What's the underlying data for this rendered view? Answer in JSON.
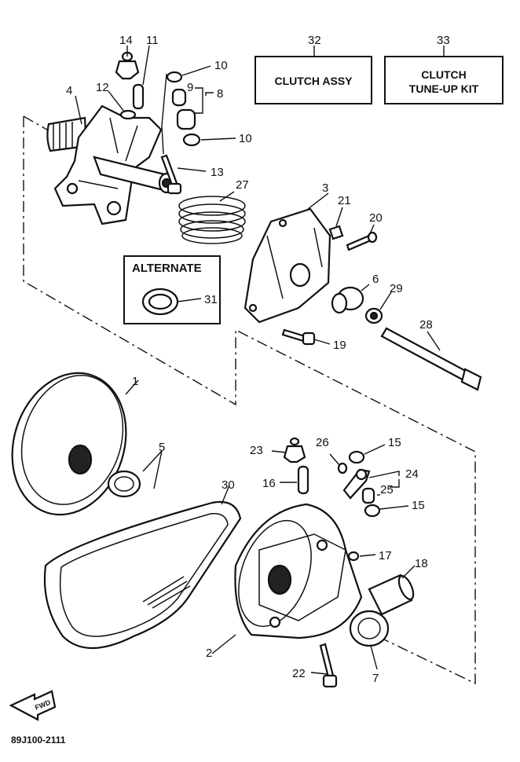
{
  "callouts": {
    "c1": "1",
    "c2": "2",
    "c3": "3",
    "c4": "4",
    "c5": "5",
    "c6": "6",
    "c7": "7",
    "c8": "8",
    "c9": "9",
    "c10a": "10",
    "c10b": "10",
    "c11": "11",
    "c12": "12",
    "c13": "13",
    "c14": "14",
    "c15a": "15",
    "c15b": "15",
    "c16": "16",
    "c17": "17",
    "c18": "18",
    "c19": "19",
    "c20": "20",
    "c21": "21",
    "c22": "22",
    "c23": "23",
    "c24": "24",
    "c25": "25",
    "c26": "26",
    "c27": "27",
    "c28": "28",
    "c29": "29",
    "c30": "30",
    "c31": "31",
    "c32": "32",
    "c33": "33"
  },
  "boxes": {
    "clutch_assy": "CLUTCH ASSY",
    "tuneup_line1": "CLUTCH",
    "tuneup_line2": "TUNE-UP KIT"
  },
  "alternate_label": "ALTERNATE",
  "fwd_label": "FWD",
  "diagram_code": "89J100-2111"
}
